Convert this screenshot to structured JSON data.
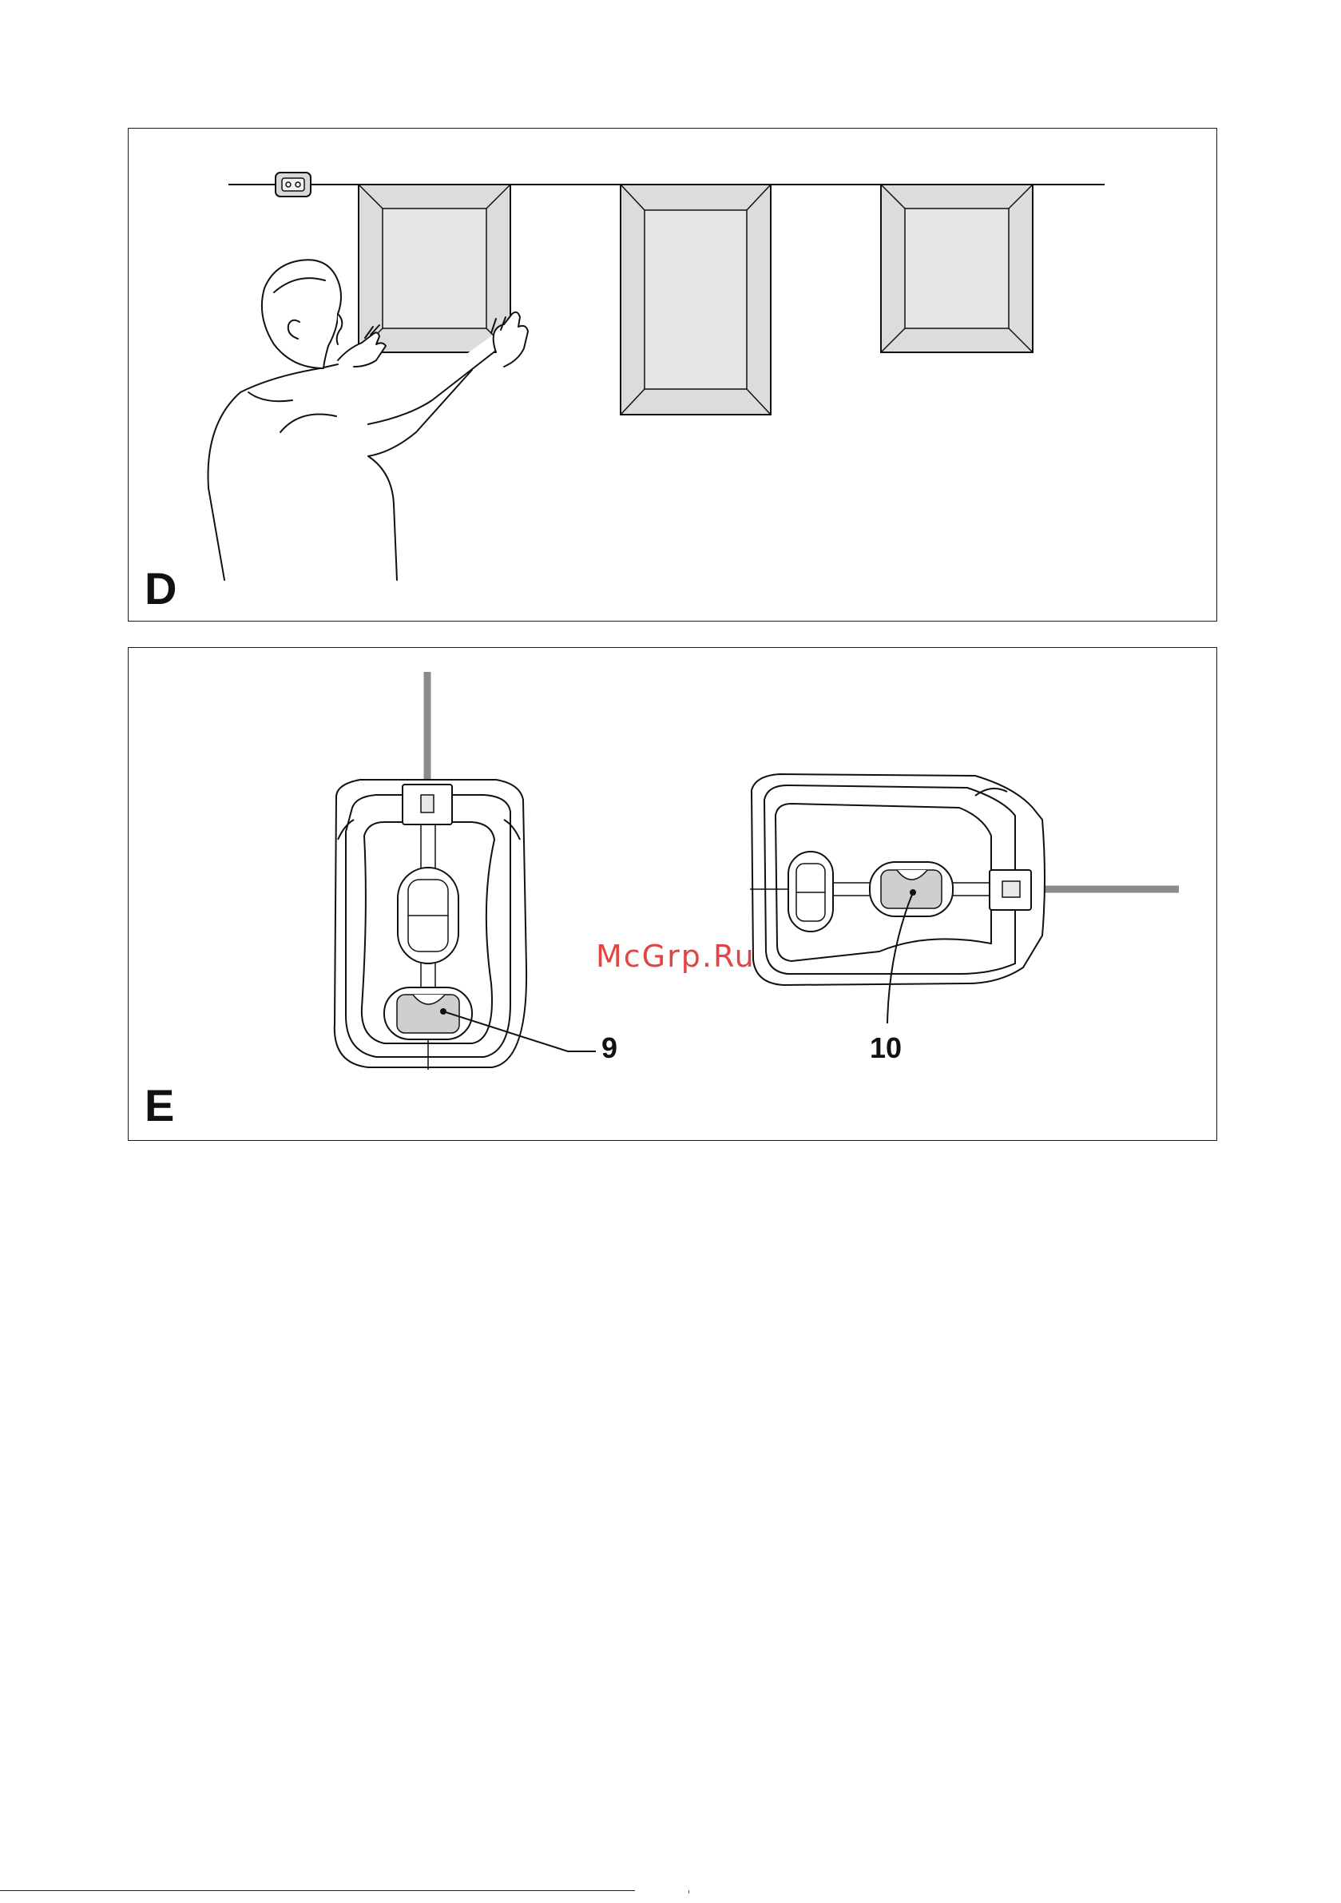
{
  "figure_d": {
    "label": "D"
  },
  "figure_e": {
    "label": "E",
    "callouts": [
      {
        "number": "9"
      },
      {
        "number": "10"
      }
    ]
  },
  "watermark": {
    "text": "McGrp.Ru",
    "color": "#e23b3b"
  }
}
